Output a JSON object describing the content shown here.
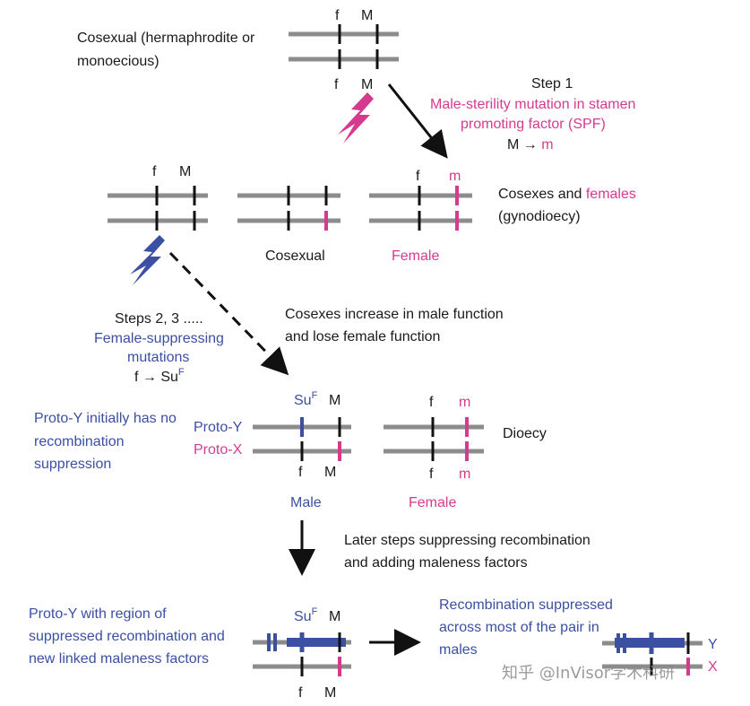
{
  "colors": {
    "black": "#1a1a1a",
    "chromosome": "#8c8c8c",
    "pink": "#d63a8e",
    "blue": "#3b4fa3"
  },
  "texts": {
    "cosexual_title_line1": "Cosexual (hermaphrodite or",
    "cosexual_title_line2": "monoecious)",
    "step1_title": "Step 1",
    "step1_desc_line1": "Male-sterility mutation in stamen",
    "step1_desc_line2": "promoting factor (SPF)",
    "step1_formula_pre": "M → ",
    "step1_formula_post": "m",
    "cosexes_label": "Cosexes and ",
    "females_word": "females",
    "gynodioecy": "(gynodioecy)",
    "cosexual_caption": "Cosexual",
    "female_caption_1": "Female",
    "steps23_title": "Steps 2, 3 .....",
    "female_supp_line1": "Female-suppressing",
    "female_supp_line2": "mutations",
    "formula_f": "f → Su",
    "formula_sup": "F",
    "cosexes_increase_line1": "Cosexes increase in male function",
    "cosexes_increase_line2": "and lose female function",
    "protoY_note_line1": "Proto-Y initially has no",
    "protoY_note_line2": "recombination",
    "protoY_note_line3": "suppression",
    "proto_y_label": "Proto-Y",
    "proto_x_label": "Proto-X",
    "dioecy": "Dioecy",
    "male_caption": "Male",
    "female_caption_2": "Female",
    "later_steps_line1": "Later steps suppressing recombination",
    "later_steps_line2": "and adding maleness factors",
    "protoY_region_line1": "Proto-Y with region of",
    "protoY_region_line2": "suppressed recombination and",
    "protoY_region_line3": "new linked maleness factors",
    "recomb_supp_line1": "Recombination suppressed",
    "recomb_supp_line2": "across most of the pair in",
    "recomb_supp_line3": "males",
    "y_label": "Y",
    "x_label": "X",
    "gene_f": "f",
    "gene_M": "M",
    "gene_m": "m",
    "gene_Su": "Su",
    "watermark": "知乎 @InVisor学术科研"
  }
}
